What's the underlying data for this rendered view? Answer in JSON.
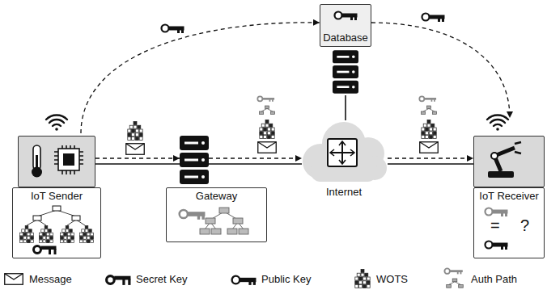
{
  "diagram": {
    "nodes": [
      {
        "text": [
          "Database"
        ]
      },
      {
        "text": [
          "IoT Sender"
        ]
      },
      {
        "text": [
          "Gateway"
        ]
      },
      {
        "text": [
          "Internet"
        ]
      },
      {
        "text": [
          "IoT Receiver"
        ]
      }
    ],
    "edges": [
      {
        "from": 1,
        "to": 2,
        "arrow": "to"
      },
      {
        "from": 2,
        "to": 3,
        "arrow": "to"
      },
      {
        "from": 3,
        "to": 4,
        "arrow": "to"
      },
      {
        "from": 1,
        "to": 0,
        "arrow": "to"
      },
      {
        "from": 0,
        "to": 4,
        "arrow": "to"
      },
      {
        "from": 1,
        "to": 2,
        "arrow": "none"
      },
      {
        "from": 2,
        "to": 3,
        "arrow": "none"
      },
      {
        "from": 3,
        "to": 4,
        "arrow": "none"
      },
      {
        "from": 0,
        "to": 3,
        "arrow": "none"
      }
    ],
    "labels": [
      "=",
      "?"
    ],
    "legend": [
      {
        "text": "Message"
      },
      {
        "text": "Secret Key"
      },
      {
        "text": "Public Key"
      },
      {
        "text": "WOTS"
      },
      {
        "text": "Auth Path"
      }
    ]
  }
}
